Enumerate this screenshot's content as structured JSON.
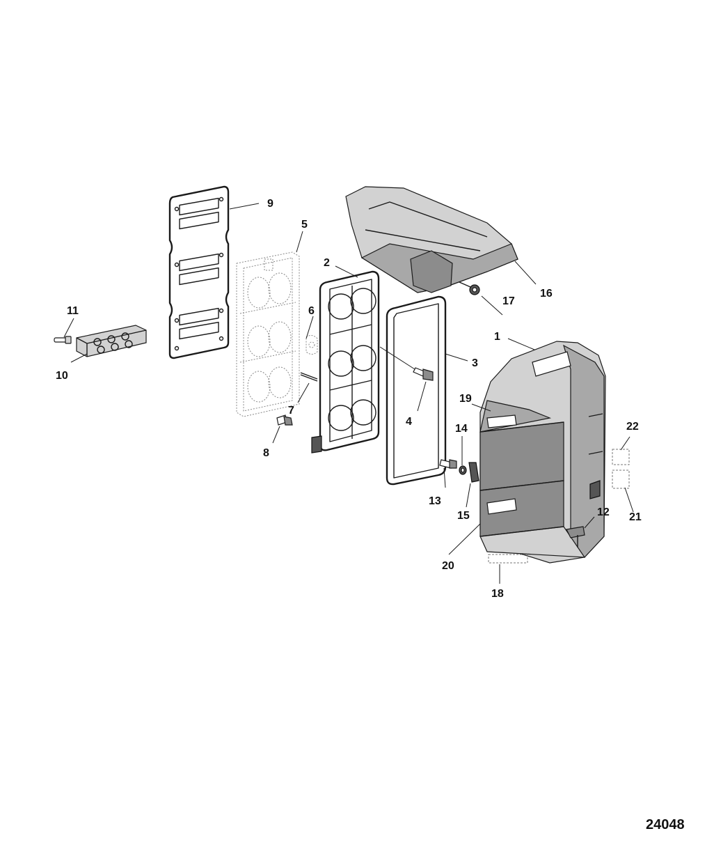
{
  "figure_id": "24048",
  "callouts": {
    "c1": "1",
    "c2": "2",
    "c3": "3",
    "c4": "4",
    "c5": "5",
    "c6": "6",
    "c7": "7",
    "c8": "8",
    "c9": "9",
    "c10": "10",
    "c11": "11",
    "c12": "12",
    "c13": "13",
    "c14": "14",
    "c15": "15",
    "c16": "16",
    "c17": "17",
    "c18": "18",
    "c19": "19",
    "c20": "20",
    "c21": "21",
    "c22": "22"
  }
}
